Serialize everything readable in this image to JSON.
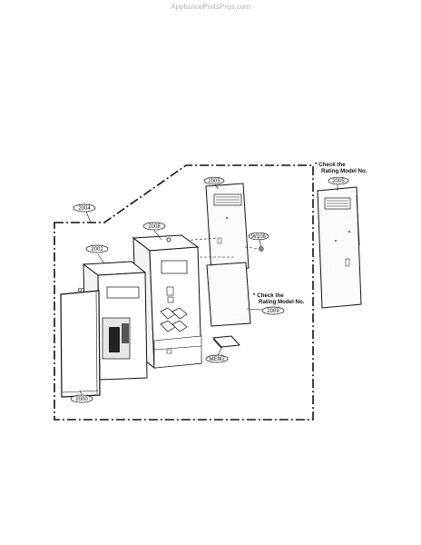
{
  "watermark": "AppliancePartsPros.com",
  "notes": {
    "outside_line1": "* Check the",
    "outside_line2": "Rating Model No.",
    "inside_line1": "* Check the",
    "inside_line2": "Rating Model No."
  },
  "labels": {
    "pcb_outside": "2005",
    "boundary": "2004",
    "pcb_top": "2005",
    "screw": "W106",
    "frame": "2008",
    "housing": "2002",
    "pcb_lower": "2009",
    "membrane": "MEM2",
    "panel": "2000"
  }
}
